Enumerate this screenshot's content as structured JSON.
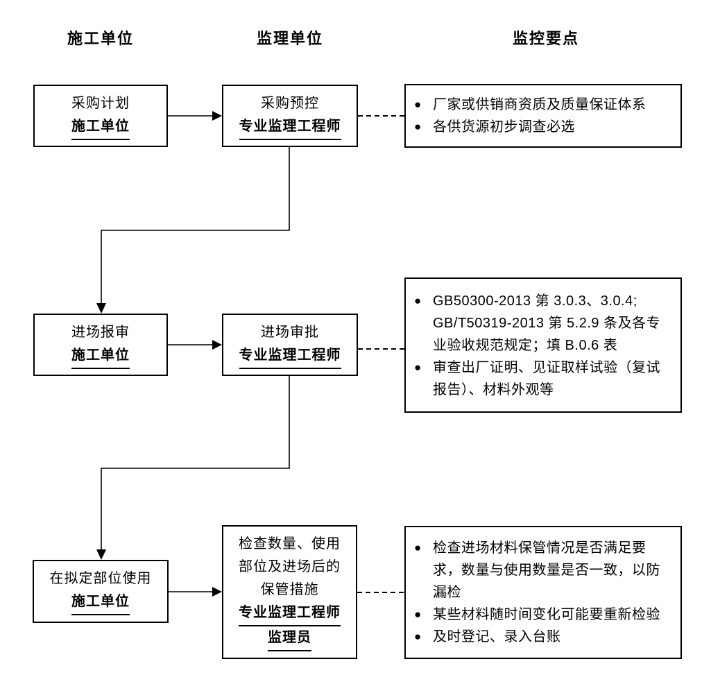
{
  "glyphs": {
    "bullet": "●"
  },
  "headers": [
    {
      "label": "施工单位"
    },
    {
      "label": "监理单位"
    },
    {
      "label": "监控要点"
    }
  ],
  "rows": [
    {
      "left": {
        "lines": [
          "采购计划"
        ],
        "roles": [
          "施工单位"
        ]
      },
      "middle": {
        "lines": [
          "采购预控"
        ],
        "roles": [
          "专业监理工程师"
        ]
      },
      "right": {
        "bullets": [
          "厂家或供销商资质及质量保证体系",
          "各供货源初步调查必选"
        ]
      }
    },
    {
      "left": {
        "lines": [
          "进场报审"
        ],
        "roles": [
          "施工单位"
        ]
      },
      "middle": {
        "lines": [
          "进场审批"
        ],
        "roles": [
          "专业监理工程师"
        ]
      },
      "right": {
        "bullets": [
          "GB50300-2013 第 3.0.3、3.0.4; GB/T50319-2013 第 5.2.9 条及各专业验收规范规定；填 B.0.6 表",
          "审查出厂证明、见证取样试验（复试报告）、材料外观等"
        ]
      }
    },
    {
      "left": {
        "lines": [
          "在拟定部位使用"
        ],
        "roles": [
          "施工单位"
        ]
      },
      "middle": {
        "lines": [
          "检查数量、使用",
          "部位及进场后的",
          "保管措施"
        ],
        "roles": [
          "专业监理工程师",
          "监理员"
        ]
      },
      "right": {
        "bullets": [
          "检查进场材料保管情况是否满足要求，数量与使用数量是否一致，以防漏检",
          "某些材料随时间变化可能要重新检验",
          "及时登记、录入台账"
        ]
      }
    }
  ]
}
